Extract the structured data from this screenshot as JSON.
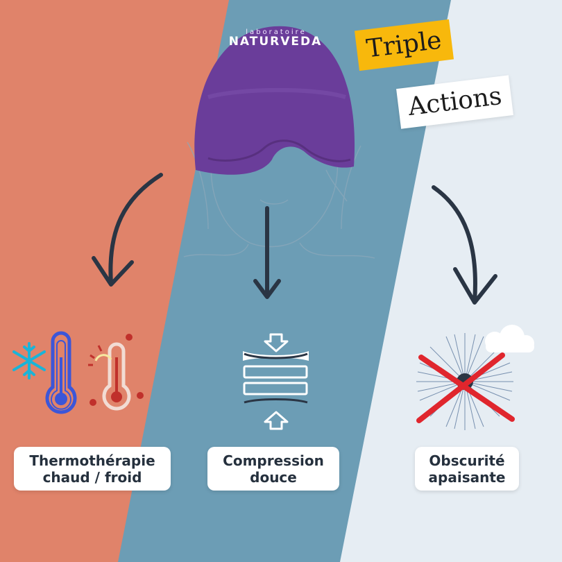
{
  "brand": {
    "small": "laboratoire",
    "name": "NATURVEDA"
  },
  "headline": {
    "line1": "Triple",
    "line2": "Actions"
  },
  "features": [
    {
      "line1": "Thermothérapie",
      "line2": "chaud / froid"
    },
    {
      "line1": "Compression",
      "line2": "douce"
    },
    {
      "line1": "Obscurité",
      "line2": "apaisante"
    }
  ],
  "colors": {
    "left_panel": "#e0836a",
    "middle_panel": "#6c9db5",
    "right_panel": "#e6edf3",
    "mask": "#6a3d9a",
    "tag_yellow": "#f8b80c",
    "arrow": "#2a3544"
  },
  "icons": [
    "snowflake-icon",
    "cold-thermometer-icon",
    "hot-thermometer-icon",
    "compression-icon",
    "crossed-light-icon",
    "cloud-icon"
  ]
}
